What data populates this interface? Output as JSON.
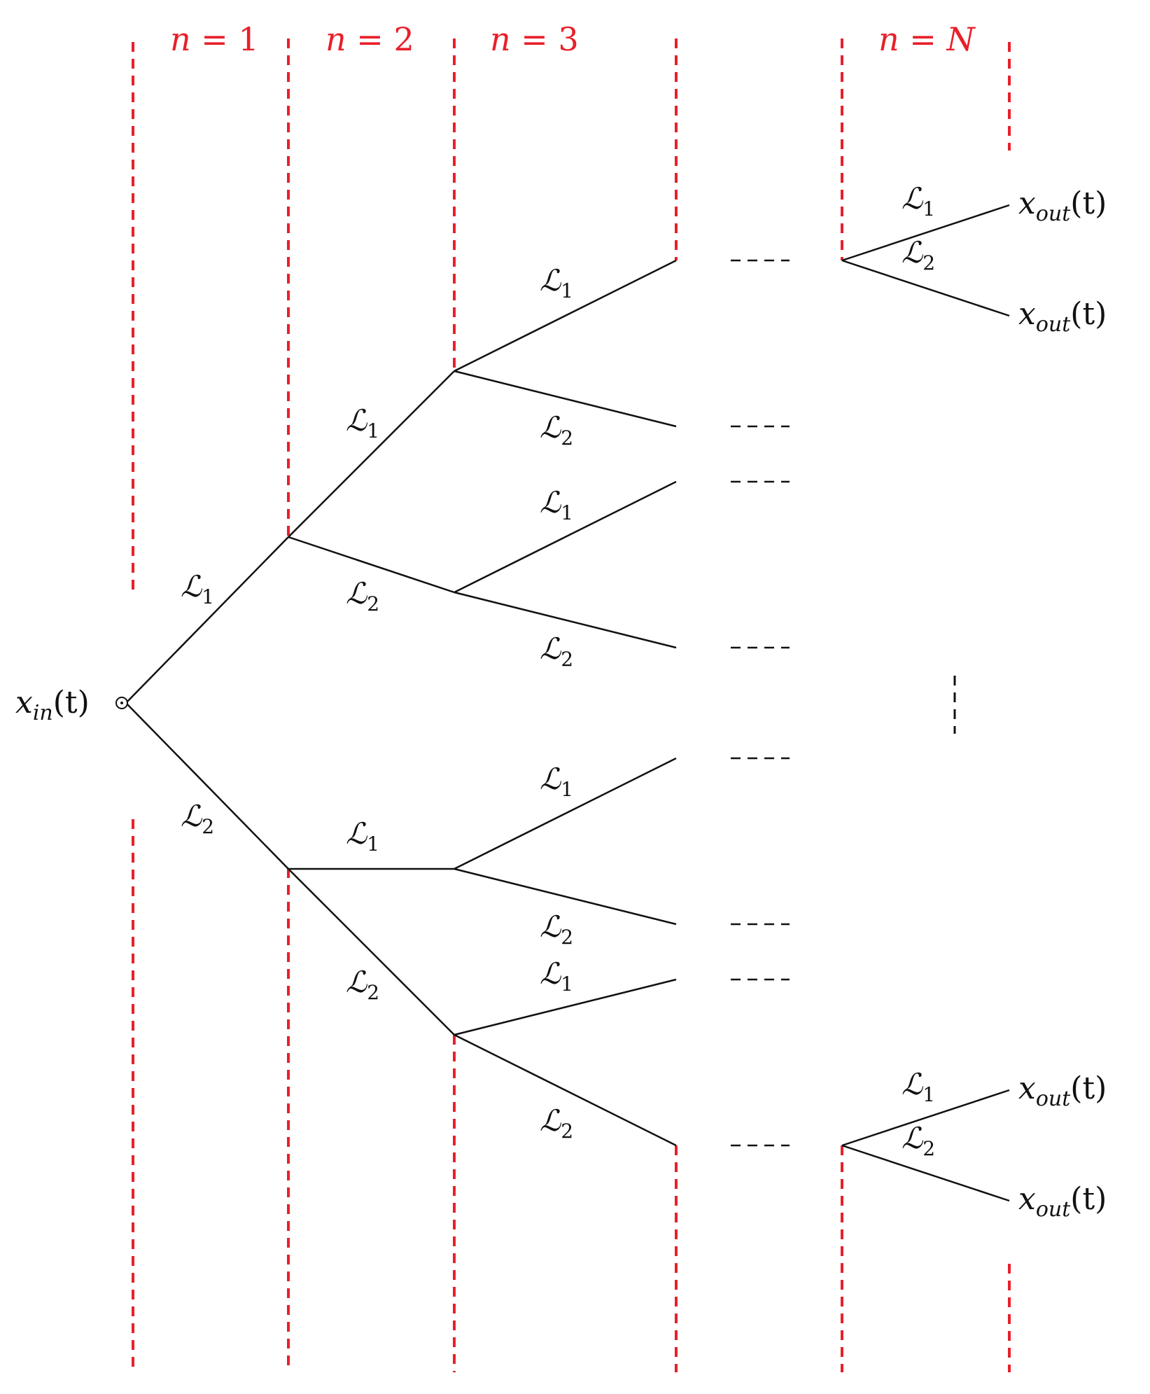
{
  "stages": [
    {
      "n": "n",
      "eq": " = ",
      "val": "1"
    },
    {
      "n": "n",
      "eq": " = ",
      "val": "2"
    },
    {
      "n": "n",
      "eq": " = ",
      "val": "3"
    },
    {
      "n": "n",
      "eq": " = ",
      "val": "N"
    }
  ],
  "operators": {
    "L1": {
      "symbol": "ℒ",
      "sub": "1"
    },
    "L2": {
      "symbol": "ℒ",
      "sub": "2"
    }
  },
  "input": {
    "base": "x",
    "sub": "in",
    "arg": "(t)"
  },
  "output": {
    "base": "x",
    "sub": "out",
    "arg": "(t)"
  },
  "colors": {
    "boundary": "#e8202a",
    "edges": "#111111"
  }
}
